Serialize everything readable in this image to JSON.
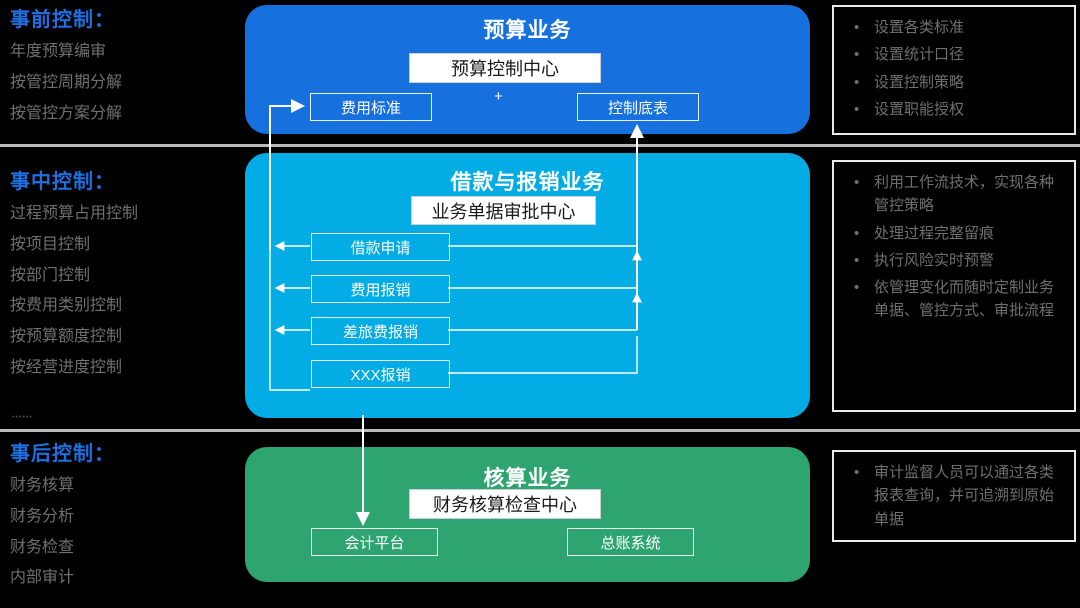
{
  "colors": {
    "budget_blue": "#1670dd",
    "loan_cyan": "#03ace4",
    "accounting_green": "#2ea470",
    "section_title_blue": "#1f6fe0",
    "body_grey": "#6f6f6f",
    "divider_grey": "#b9b9b9"
  },
  "left_sections": [
    {
      "title": "事前控制：",
      "items": [
        "年度预算编审",
        "按管控周期分解",
        "按管控方案分解"
      ]
    },
    {
      "title": "事中控制：",
      "items": [
        "过程预算占用控制",
        "按项目控制",
        "按部门控制",
        "按费用类别控制",
        "按预算额度控制",
        "按经营进度控制"
      ]
    },
    {
      "title": "事后控制：",
      "items": [
        "财务核算",
        "财务分析",
        "财务检查",
        "内部审计"
      ]
    }
  ],
  "artifact_text": "••••••",
  "panels": {
    "budget": {
      "title": "预算业务",
      "center": "预算控制中心",
      "plus": "+",
      "left_box": "费用标准",
      "right_box": "控制底表"
    },
    "loan": {
      "title": "借款与报销业务",
      "center": "业务单据审批中心",
      "items": [
        "借款申请",
        "费用报销",
        "差旅费报销",
        "XXX报销"
      ]
    },
    "accounting": {
      "title": "核算业务",
      "center": "财务核算检查中心",
      "left_box": "会计平台",
      "right_box": "总账系统"
    }
  },
  "notes": [
    {
      "items": [
        "设置各类标准",
        "设置统计口径",
        "设置控制策略",
        "设置职能授权"
      ]
    },
    {
      "items": [
        "利用工作流技术，实现各种管控策略",
        "处理过程完整留痕",
        "执行风险实时预警",
        "依管理变化而随时定制业务单据、管控方式、审批流程"
      ]
    },
    {
      "items": [
        "审计监督人员可以通过各类报表查询，并可追溯到原始单据"
      ]
    }
  ],
  "bullet_glyph": "•"
}
